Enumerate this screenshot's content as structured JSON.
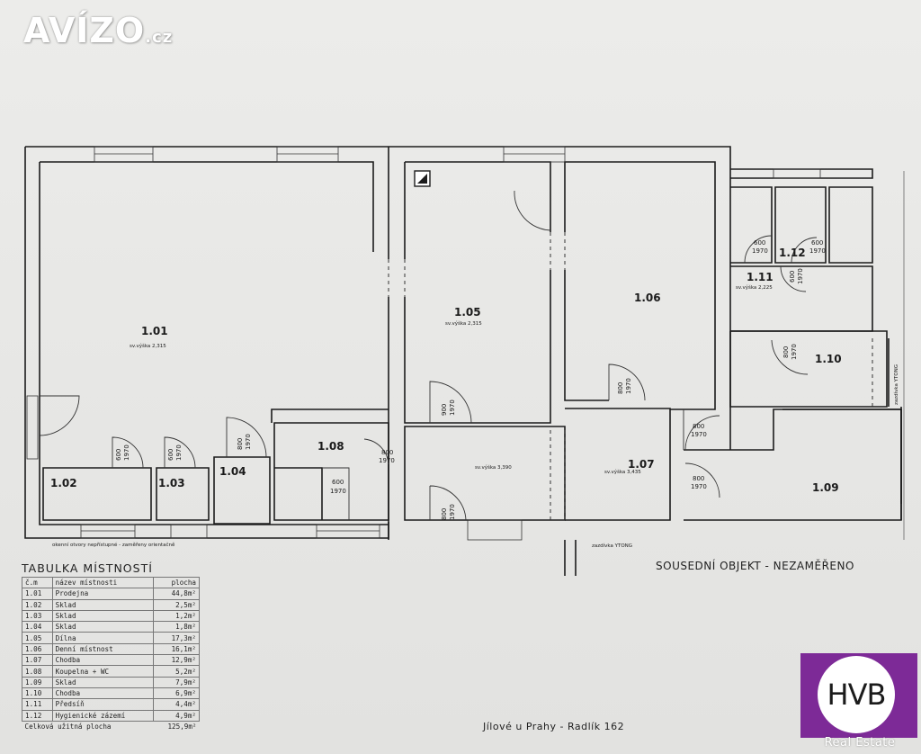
{
  "watermark": {
    "brand": "AVÍZO",
    "tld": ".cz"
  },
  "rooms": [
    {
      "id": "1.01",
      "note": "sv.výška 2,315"
    },
    {
      "id": "1.02"
    },
    {
      "id": "1.03"
    },
    {
      "id": "1.04"
    },
    {
      "id": "1.05",
      "note": "sv.výška 2,315"
    },
    {
      "id": "1.06"
    },
    {
      "id": "1.07",
      "note": "sv.výška 3,435"
    },
    {
      "id": "1.08"
    },
    {
      "id": "1.09"
    },
    {
      "id": "1.10"
    },
    {
      "id": "1.11",
      "note": "sv.výška 2,225"
    },
    {
      "id": "1.12"
    }
  ],
  "corridor_note": "sv.výška 3,390",
  "doors": {
    "d600": "600",
    "d800": "800",
    "d900": "900",
    "h1970": "1970"
  },
  "annotations": {
    "windows_note": "okenní otvory nepřístupné - zaměřeny orientačně",
    "wall_left": "zazdívka YTONG",
    "wall_right": "zazdívka YTONG"
  },
  "neighbor_label": "SOUSEDNÍ OBJEKT - NEZAMĚŘENO",
  "address": "Jílové u Prahy - Radlík 162",
  "table": {
    "title": "TABULKA MÍSTNOSTÍ",
    "headers": [
      "č.m",
      "název místnosti",
      "plocha"
    ],
    "rows": [
      [
        "1.01",
        "Prodejna",
        "44,8m²"
      ],
      [
        "1.02",
        "Sklad",
        "2,5m²"
      ],
      [
        "1.03",
        "Sklad",
        "1,2m²"
      ],
      [
        "1.04",
        "Sklad",
        "1,8m²"
      ],
      [
        "1.05",
        "Dílna",
        "17,3m²"
      ],
      [
        "1.06",
        "Denní místnost",
        "16,1m²"
      ],
      [
        "1.07",
        "Chodba",
        "12,9m²"
      ],
      [
        "1.08",
        "Koupelna + WC",
        "5,2m²"
      ],
      [
        "1.09",
        "Sklad",
        "7,9m²"
      ],
      [
        "1.10",
        "Chodba",
        "6,9m²"
      ],
      [
        "1.11",
        "Předsíň",
        "4,4m²"
      ],
      [
        "1.12",
        "Hygienické zázemí",
        "4,9m²"
      ]
    ],
    "total_label": "Celková užitná plocha",
    "total_value": "125,9m²"
  },
  "logo": {
    "text": "HVB",
    "subtitle": "Real Estate",
    "color": "#7d2a97"
  }
}
